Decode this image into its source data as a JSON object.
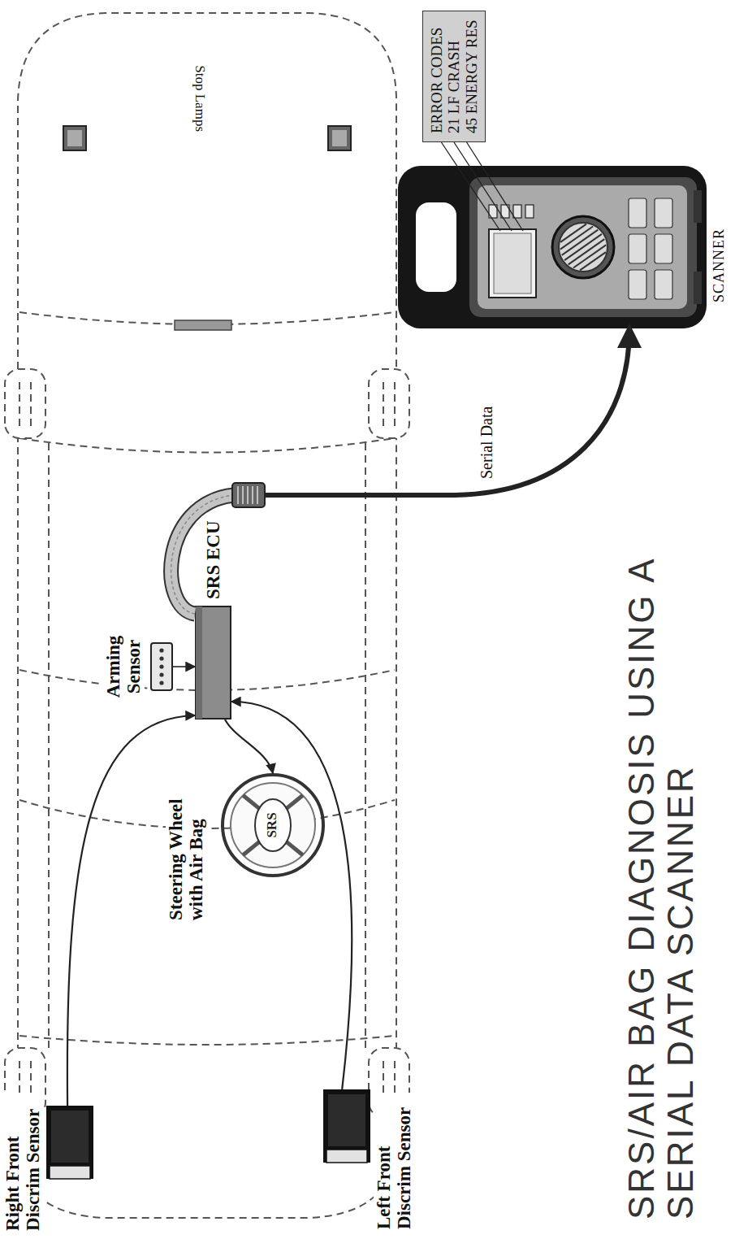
{
  "diagram": {
    "title": "SRS/AIR BAG DIAGNOSIS USING A SERIAL DATA SCANNER",
    "nodes": [
      {
        "text": [
          "Right Front Discrim Sensor"
        ]
      },
      {
        "text": [
          "Steering Wheel with Air Bag",
          "SRS"
        ]
      },
      {
        "text": [
          "Left Front Discrim Sensor"
        ]
      },
      {
        "text": [
          "Arming Sensor"
        ]
      },
      {
        "text": [
          "SRS ECU"
        ]
      },
      {
        "text": [
          "ERROR CODES",
          "21 LF CRASH",
          "45 ENERGY RES"
        ]
      },
      {
        "text": [
          "SCANNER"
        ]
      }
    ],
    "edges": [
      {
        "from": 0,
        "to": 4,
        "arrow": "to"
      },
      {
        "from": 2,
        "to": 4,
        "arrow": "to"
      },
      {
        "from": 4,
        "to": 1,
        "arrow": "to"
      },
      {
        "from": 3,
        "to": 4,
        "arrow": "to"
      },
      {
        "from": 4,
        "to": 6,
        "label": "Serial Data",
        "arrow": "to"
      },
      {
        "from": 5,
        "to": 6,
        "arrow": "none"
      }
    ],
    "labels": [
      "Stop Lamps"
    ]
  }
}
